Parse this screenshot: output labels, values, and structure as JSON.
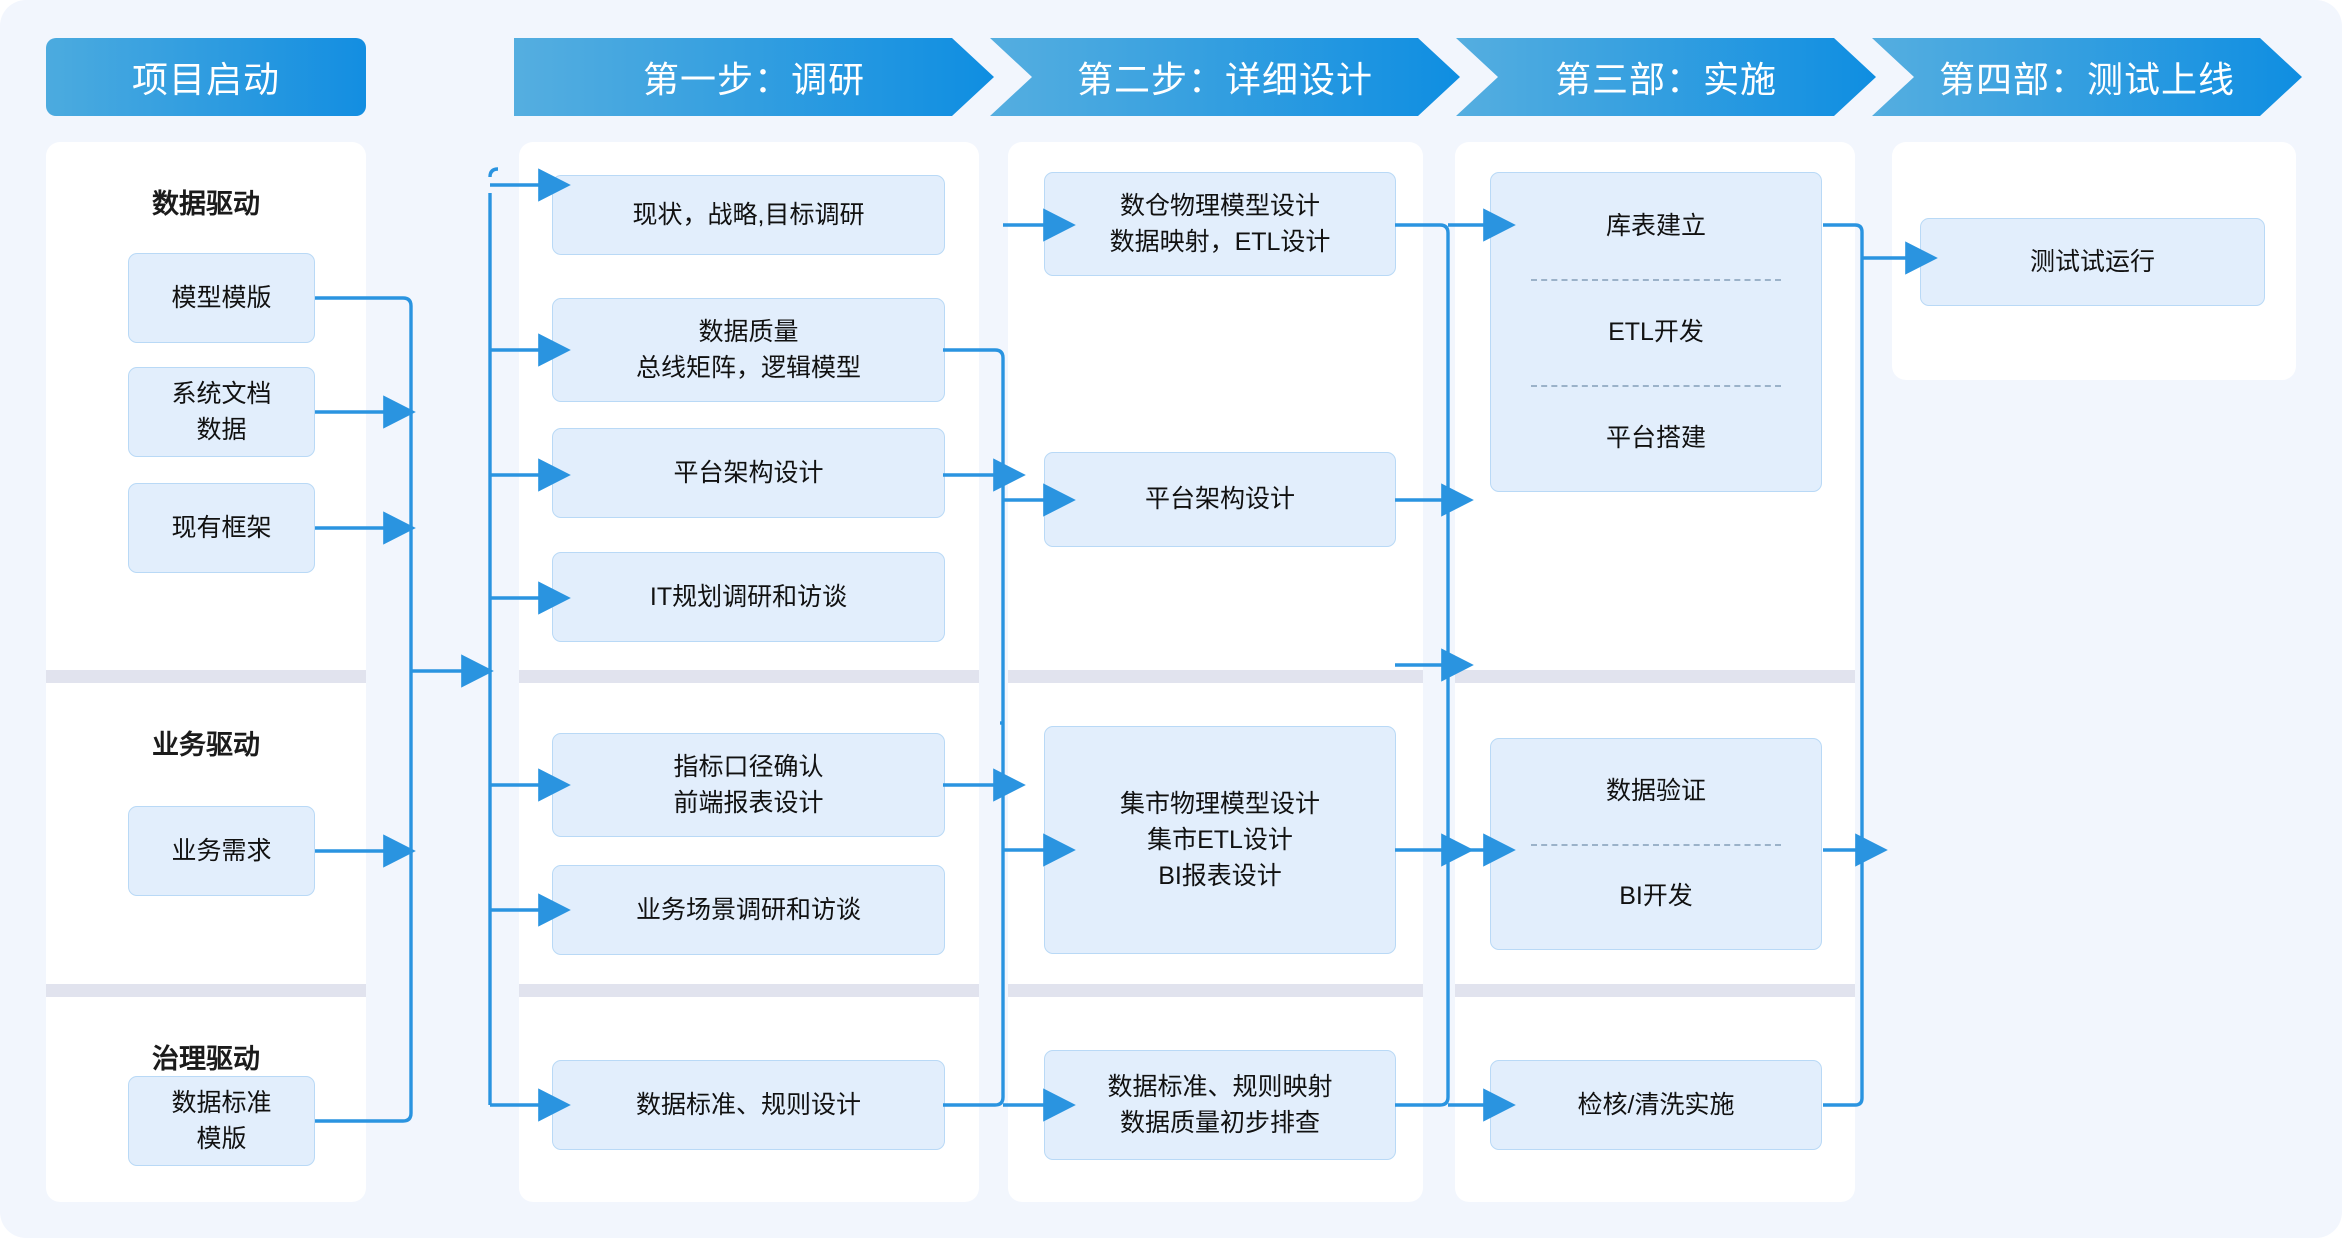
{
  "colors": {
    "page_bg": "#f2f6fd",
    "header_light": "#4cabdf",
    "header_dark": "#108ee0",
    "node_fill": "#e2eefc",
    "node_border": "#b9d9f6",
    "connector": "#2a94e0",
    "separator": "#e1e3ee",
    "card_bg": "#ffffff"
  },
  "headers": [
    {
      "id": "kickoff",
      "label": "项目启动"
    },
    {
      "id": "step1",
      "label": "第一步：调研"
    },
    {
      "id": "step2",
      "label": "第二步：详细设计"
    },
    {
      "id": "step3",
      "label": "第三部：实施"
    },
    {
      "id": "step4",
      "label": "第四部：测试上线"
    }
  ],
  "sidebar": {
    "groups": [
      {
        "id": "data-driven",
        "title": "数据驱动",
        "items": [
          {
            "lines": [
              "模型模版"
            ]
          },
          {
            "lines": [
              "系统文档",
              "数据"
            ]
          },
          {
            "lines": [
              "现有框架"
            ]
          }
        ]
      },
      {
        "id": "business-driven",
        "title": "业务驱动",
        "items": [
          {
            "lines": [
              "业务需求"
            ]
          }
        ]
      },
      {
        "id": "governance-driven",
        "title": "治理驱动",
        "items": [
          {
            "lines": [
              "数据标准",
              "模版"
            ]
          }
        ]
      }
    ]
  },
  "step1": {
    "lane_a": [
      {
        "lines": [
          "现状，战略,目标调研"
        ]
      },
      {
        "lines": [
          "数据质量",
          "总线矩阵，逻辑模型"
        ]
      },
      {
        "lines": [
          "平台架构设计"
        ]
      },
      {
        "lines": [
          "IT规划调研和访谈"
        ]
      }
    ],
    "lane_b": [
      {
        "lines": [
          "指标口径确认",
          "前端报表设计"
        ]
      },
      {
        "lines": [
          "业务场景调研和访谈"
        ]
      }
    ],
    "lane_c": [
      {
        "lines": [
          "数据标准、规则设计"
        ]
      }
    ]
  },
  "step2": {
    "lane_a": [
      {
        "lines": [
          "数仓物理模型设计",
          "数据映射，ETL设计"
        ]
      },
      {
        "lines": [
          "平台架构设计"
        ]
      }
    ],
    "lane_b": [
      {
        "lines": [
          "集市物理模型设计",
          "集市ETL设计",
          "BI报表设计"
        ]
      }
    ],
    "lane_c": [
      {
        "lines": [
          "数据标准、规则映射",
          "数据质量初步排查"
        ]
      }
    ]
  },
  "step3": {
    "lane_a": [
      {
        "segments": [
          "库表建立",
          "ETL开发",
          "平台搭建"
        ]
      }
    ],
    "lane_b": [
      {
        "segments": [
          "数据验证",
          "BI开发"
        ]
      }
    ],
    "lane_c": [
      {
        "lines": [
          "检核/清洗实施"
        ]
      }
    ]
  },
  "step4": {
    "items": [
      {
        "lines": [
          "测试试运行"
        ]
      }
    ]
  }
}
